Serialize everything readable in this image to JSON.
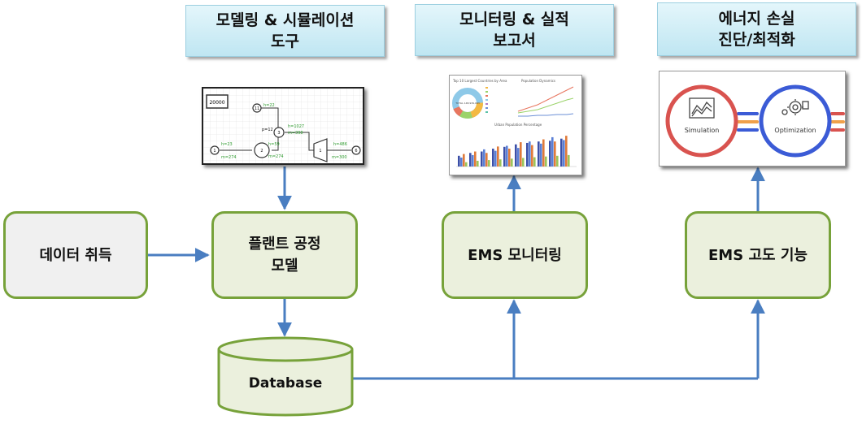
{
  "headers": {
    "modeling": {
      "line1": "모델링 & 시뮬레이션",
      "line2": "도구"
    },
    "monitoring": {
      "line1": "모니터링 & 실적",
      "line2": "보고서"
    },
    "diagnosis": {
      "line1": "에너지 손실",
      "line2": "진단/최적화"
    }
  },
  "nodes": {
    "data_acquisition": "데이터 취득",
    "plant_model": {
      "line1": "플랜트 공정",
      "line2": "모델"
    },
    "ems_monitoring": "EMS 모니터링",
    "ems_advanced": "EMS 고도 기능",
    "database": "Database"
  },
  "process_diagram": {
    "box_label": "20000",
    "nodes": [
      "1",
      "2",
      "3",
      "11",
      "1",
      "6"
    ],
    "labels": [
      "h=22",
      "p=12",
      "h=1027",
      "m=398",
      "h=59",
      "m=274",
      "m=274",
      "h=486",
      "m=300",
      "h=23"
    ]
  },
  "dashboard": {
    "donut_title": "Top 10 Largest Countries by Area",
    "donut_center": "TOTAL 148,939,063",
    "line_title": "Population Dynamics",
    "bar_title": "Urban Population Percentage",
    "bar_series": [
      [
        0.3,
        0.38,
        0.42,
        0.5,
        0.55,
        0.62,
        0.66,
        0.7,
        0.72,
        0.78
      ],
      [
        0.25,
        0.32,
        0.48,
        0.44,
        0.58,
        0.52,
        0.7,
        0.64,
        0.82,
        0.74
      ],
      [
        0.35,
        0.42,
        0.38,
        0.56,
        0.5,
        0.68,
        0.6,
        0.76,
        0.7,
        0.86
      ],
      [
        0.12,
        0.16,
        0.18,
        0.2,
        0.22,
        0.24,
        0.26,
        0.28,
        0.3,
        0.32
      ]
    ]
  },
  "sim_opt": {
    "left": "Simulation",
    "right": "Optimization"
  },
  "colors": {
    "node_border": "#77a23a",
    "node_fill": "#ebf0dd",
    "arrow": "#4a7ec1",
    "header_border": "#9ccfe0",
    "sim_ring": "#d9534f",
    "opt_ring": "#3b5bd6",
    "link_orange": "#f0a04a"
  }
}
